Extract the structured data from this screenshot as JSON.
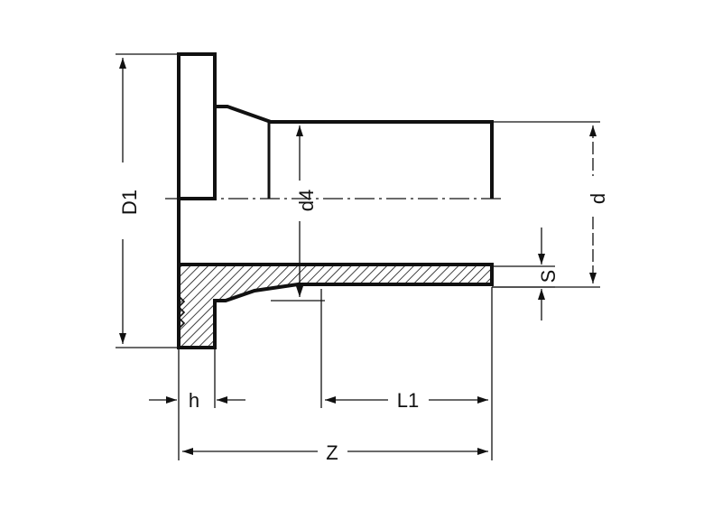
{
  "colors": {
    "ink": "#111111",
    "paper": "#ffffff"
  },
  "labels": {
    "D1": "D1",
    "d4": "d4",
    "d": "d",
    "s": "S",
    "h": "h",
    "L1": "L1",
    "Z": "Z"
  }
}
